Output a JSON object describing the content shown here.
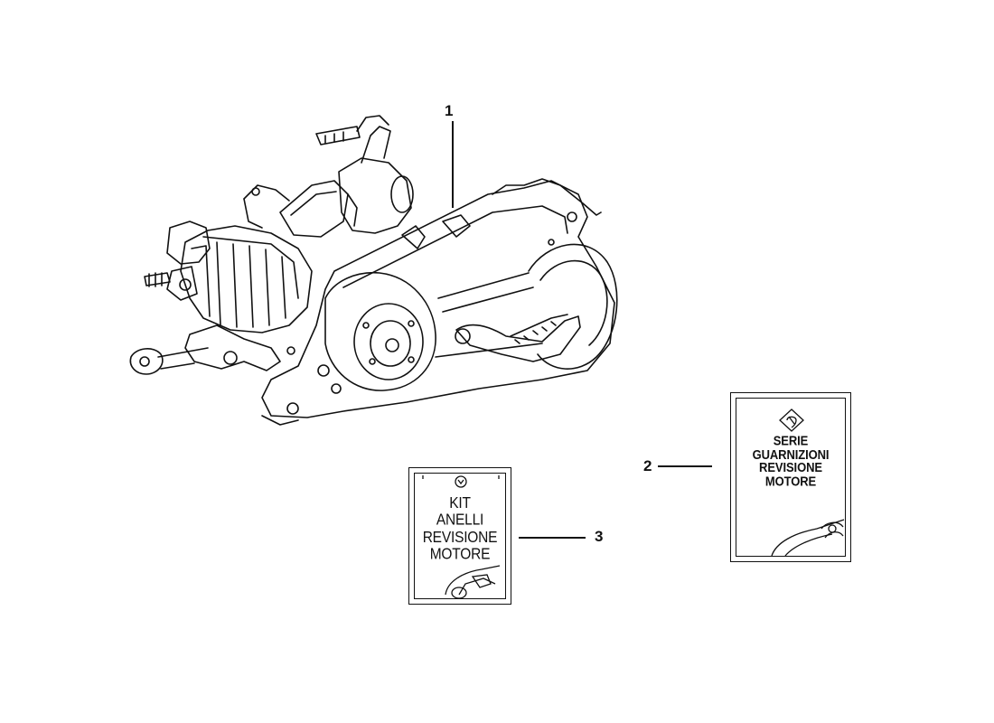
{
  "callouts": {
    "engine": "1",
    "gasket_set": "2",
    "ring_kit": "3"
  },
  "cards": {
    "ring_kit": {
      "lines": [
        "KIT",
        "ANELLI",
        "REVISIONE",
        "MOTORE"
      ]
    },
    "gasket_set": {
      "lines": [
        "SERIE",
        "GUARNIZIONI",
        "REVISIONE",
        "MOTORE"
      ]
    }
  },
  "icons": {
    "engine": "engine-assembly-drawing",
    "brand": "piaggio-logo-icon"
  },
  "colors": {
    "ink": "#111111",
    "background": "#ffffff"
  }
}
